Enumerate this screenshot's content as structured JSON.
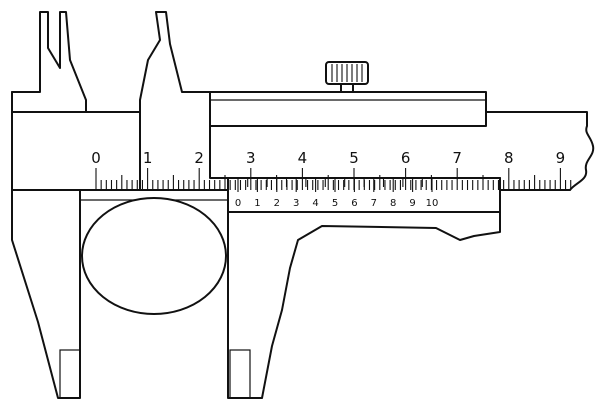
{
  "main_scale": {
    "labels": [
      "0",
      "1",
      "2",
      "3",
      "4",
      "5",
      "6",
      "7",
      "8",
      "9"
    ],
    "subdivisions_per_unit": 10
  },
  "vernier_scale": {
    "labels": [
      "0",
      "1",
      "2",
      "3",
      "4",
      "5",
      "6",
      "7",
      "8",
      "9",
      "10"
    ],
    "divisions": 20
  },
  "colors": {
    "line": "#111111",
    "background": "#ffffff"
  }
}
